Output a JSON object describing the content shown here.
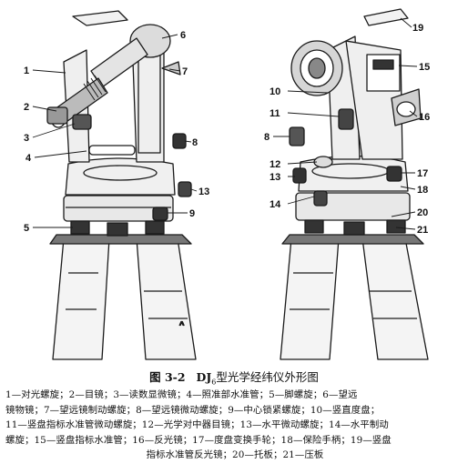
{
  "figure": {
    "labels_left": [
      "1",
      "2",
      "3",
      "4",
      "5",
      "6",
      "7",
      "8",
      "9",
      "13"
    ],
    "labels_right": [
      "19",
      "15",
      "10",
      "11",
      "16",
      "8",
      "12",
      "17",
      "13",
      "18",
      "14",
      "20",
      "21"
    ]
  },
  "caption": {
    "fig_no": "图 3-2",
    "model": "DJ",
    "model_sub": "6",
    "title_rest": "型光学经纬仪外形图"
  },
  "legend": {
    "line1": "1—对光螺旋；2—目镜；3—读数显微镜；4—照准部水准管；5—脚螺旋；6—望远",
    "line2": "镜物镜；7—望远镜制动螺旋；8—望远镜微动螺旋；9—中心锁紧螺旋；10—竖直度盘；",
    "line3": "11—竖盘指标水准管微动螺旋；12—光学对中器目镜；13—水平微动螺旋；14—水平制动",
    "line4": "螺旋；15—竖盘指标水准管；16—反光镜；17—度盘变换手轮；18—保险手柄；19—竖盘",
    "line5": "指标水准管反光镜；20—托板；21—压板"
  }
}
